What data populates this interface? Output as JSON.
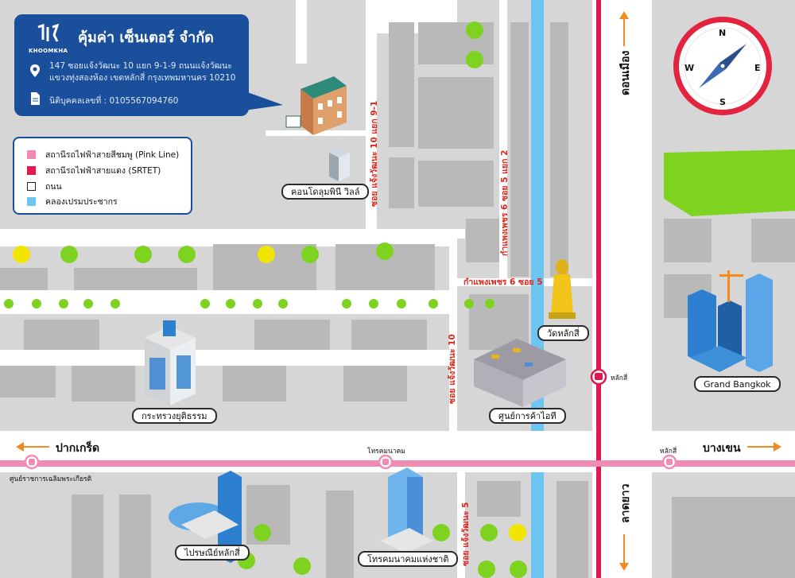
{
  "company": {
    "logo_text": "KHOOMKHA",
    "name": "คุ้มค่า เซ็นเตอร์ จำกัด",
    "address_line1": "147 ซอยแจ้งวัฒนะ 10 แยก 9-1-9 ถนนแจ้งวัฒนะ",
    "address_line2": "แขวงทุ่งสองห้อง เขตหลักสี่ กรุงเทพมหานคร 10210",
    "tax_id": "นิติบุคคลเลขที่ : 0105567094760",
    "icons": [
      "location-pin-icon",
      "document-icon"
    ]
  },
  "legend": {
    "items": [
      {
        "label": "สถานีรถไฟฟ้าสายสีชมพู (Pink Line)",
        "color": "#f08cb4"
      },
      {
        "label": "สถานีรถไฟฟ้าสายแดง (SRTET)",
        "color": "#e0194f"
      },
      {
        "label": "ถนน",
        "color": "#ffffff"
      },
      {
        "label": "คลองเปรมประชากร",
        "color": "#6ec5f2"
      }
    ]
  },
  "landmarks": {
    "condo": "คอนโดลุมพินี วิลล์",
    "temple": "วัดหลักสี่",
    "ministry": "กระทรวงยุติธรรม",
    "it_center": "ศูนย์การค้าไอที",
    "grand_bangkok": "Grand Bangkok",
    "post_office": "ไปรษณีย์หลักสี่",
    "tot": "โทรคมนาคมแห่งชาติ"
  },
  "roads": {
    "soi_10_9_1": "ซอย แจ้งวัฒนะ 10 แยก 9-1",
    "soi_gp6_5_2": "กำแพงเพชร 6 ซอย 5 แยก 2",
    "gp6_soi5": "กำแพงเพชร 6 ซอย 5",
    "soi_10": "ซอย แจ้งวัฒนะ 10",
    "soi_5": "ซอย แจ้งวัฒนะ 5"
  },
  "directions": {
    "north": "ดอนเมือง",
    "south": "ลาดยาว",
    "west": "ปากเกร็ด",
    "east": "บางเขน"
  },
  "stations": {
    "srt_laksi": "หลักสี่",
    "pink_laksi": "หลักสี่",
    "pink_telecom": "โทรคมนาคม",
    "pink_govt": "ศูนย์ราชการเฉลิมพระเกียรติ"
  },
  "compass": {
    "n": "N",
    "s": "S",
    "e": "E",
    "w": "W"
  },
  "colors": {
    "card_blue": "#1a4f9c",
    "red_line": "#e0194f",
    "pink_line": "#f08cb4",
    "canal": "#6ec5f2",
    "road_label": "#e0261b",
    "tree_green": "#7ed321",
    "tree_yellow": "#f2e600",
    "arrow_orange": "#f28a1f"
  }
}
